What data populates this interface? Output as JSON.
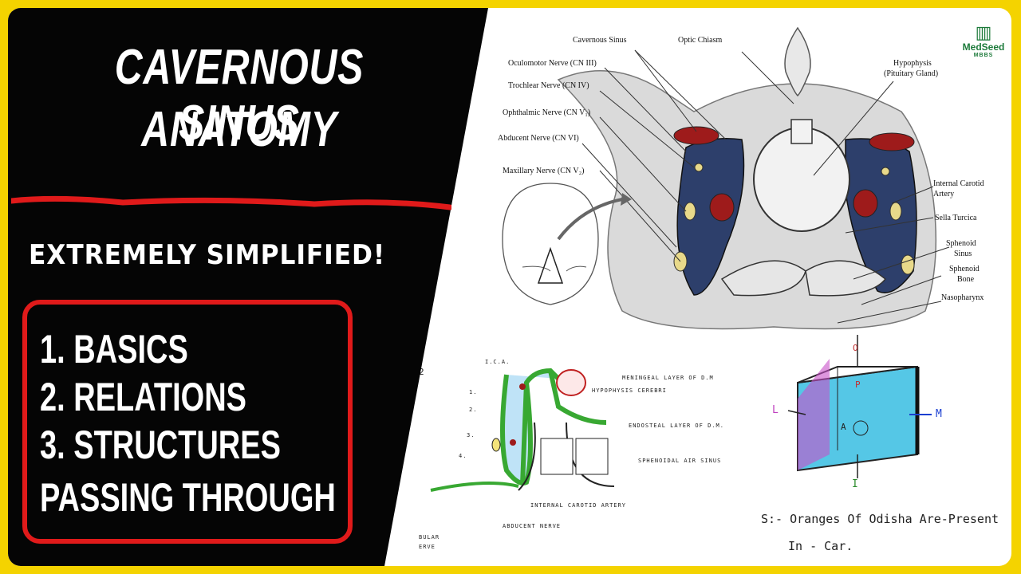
{
  "title": {
    "line1": "CAVERNOUS SINUS",
    "line2": "ANATOMY"
  },
  "subtitle": "EXTREMELY SIMPLIFIED!",
  "topics": [
    "1. BASICS",
    "2. RELATIONS",
    "3. STRUCTURES",
    "PASSING THROUGH"
  ],
  "logo": {
    "name": "MedSeed",
    "sub": "MBBS",
    "icon": "book-icon"
  },
  "diagram_labels": {
    "cavernous_sinus": "Cavernous Sinus",
    "optic_chiasm": "Optic Chiasm",
    "oculomotor": "Oculomotor Nerve (CN III)",
    "trochlear": "Trochlear Nerve (CN IV)",
    "ophthalmic": "Ophthalmic Nerve (CN V₁)",
    "abducent": "Abducent Nerve (CN VI)",
    "maxillary": "Maxillary Nerve (CN V₂)",
    "hypophysis": "Hypophysis",
    "pituitary": "(Pituitary Gland)",
    "ica1": "Internal Carotid",
    "ica2": "Artery",
    "sella": "Sella Turcica",
    "sph_sinus1": "Sphenoid",
    "sph_sinus2": "Sinus",
    "sph_bone1": "Sphenoid",
    "sph_bone2": "Bone",
    "nasopharynx": "Nasopharynx"
  },
  "sketch_labels": {
    "number": "2",
    "ica_short": "I.C.A.",
    "meningeal": "MENINGEAL LAYER OF D.M",
    "hypophysis": "HYPOPHYSIS CEREBRI",
    "endosteal": "ENDOSTEAL LAYER OF D.M.",
    "sphenoidal": "SPHENOIDAL AIR SINUS",
    "ica_long": "INTERNAL CAROTID ARTERY",
    "abducent": "ABDUCENT NERVE",
    "bular": "BULAR",
    "erve": "ERVE",
    "n1": "1.",
    "n2": "2.",
    "n3": "3.",
    "n4": "4."
  },
  "cube_labels": {
    "top": "O",
    "back": "P",
    "left": "L",
    "front": "A",
    "right": "M",
    "bottom": "I"
  },
  "mnemonic": {
    "line1": "S:- Oranges Of Odisha Are-Present",
    "line2": "In - Car."
  },
  "colors": {
    "frame": "#f4d300",
    "panel": "#000000",
    "accent_red": "#e01a1a",
    "sinus_blue": "#2d3f6b",
    "artery_red": "#9e1b1b",
    "nerve_yellow": "#e8d98a"
  }
}
